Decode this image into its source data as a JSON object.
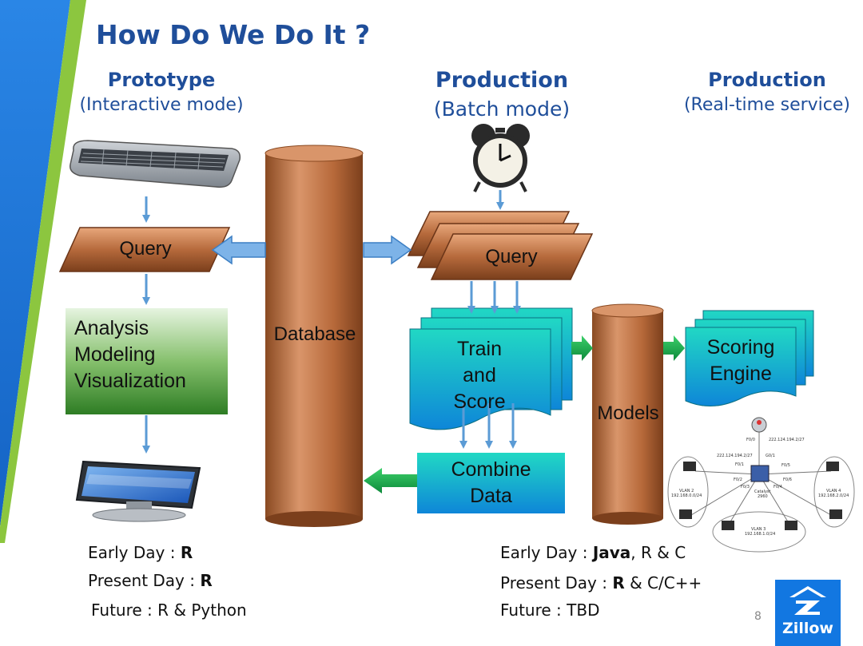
{
  "slide": {
    "title": "How Do We Do It ?",
    "page_number": "8",
    "logo_text": "Zillow"
  },
  "columns": [
    {
      "heading": "Prototype",
      "subheading": "(Interactive mode)"
    },
    {
      "heading": "Production",
      "subheading": "(Batch mode)"
    },
    {
      "heading": "Production",
      "subheading": "(Real-time service)"
    }
  ],
  "shapes": {
    "query_left": "Query",
    "analysis_lines": [
      "Analysis",
      "Modeling",
      "Visualization"
    ],
    "database": "Database",
    "query_right": "Query",
    "train_lines": [
      "Train",
      "and",
      "Score"
    ],
    "combine_lines": [
      "Combine",
      "Data"
    ],
    "models": "Models",
    "scoring_lines": [
      "Scoring",
      "Engine"
    ]
  },
  "network": {
    "labels": [
      "222.124.194.2/27",
      "222.124.194.2/27",
      "G0/1",
      "F0/1",
      "F0/2",
      "F0/3",
      "F0/4",
      "F0/5",
      "F0/6",
      "Catalyst",
      "2960",
      "VLAN 2",
      "192.168.0.0/24",
      "VLAN 4",
      "192.168.2.0/24",
      "VLAN 3",
      "192.168.1.0/24",
      "F0/0"
    ]
  },
  "notes_left": [
    {
      "prefix": "Early Day : ",
      "bold": "R",
      "suffix": ""
    },
    {
      "prefix": "Present Day : ",
      "bold": "R",
      "suffix": ""
    },
    {
      "prefix": "Future : R & Python",
      "bold": "",
      "suffix": ""
    }
  ],
  "notes_right": [
    {
      "prefix": "Early Day : ",
      "bold": "Java",
      "suffix": ", R & C"
    },
    {
      "prefix": "Present Day : ",
      "bold": "R",
      "suffix": " & C/C++"
    },
    {
      "prefix": "Future : TBD",
      "bold": "",
      "suffix": ""
    }
  ],
  "colors": {
    "title": "#1f4e9a",
    "brown_shape": "#a0522d",
    "teal_shape": "#13c6b3",
    "arrow_blue": "#5b9bd5",
    "arrow_green": "#1aa548",
    "analysis_green": "#3d8b2f",
    "logo_blue": "#1277e1",
    "stripe_green": "#8cc63f",
    "stripe_blue": "#1d74d9"
  }
}
